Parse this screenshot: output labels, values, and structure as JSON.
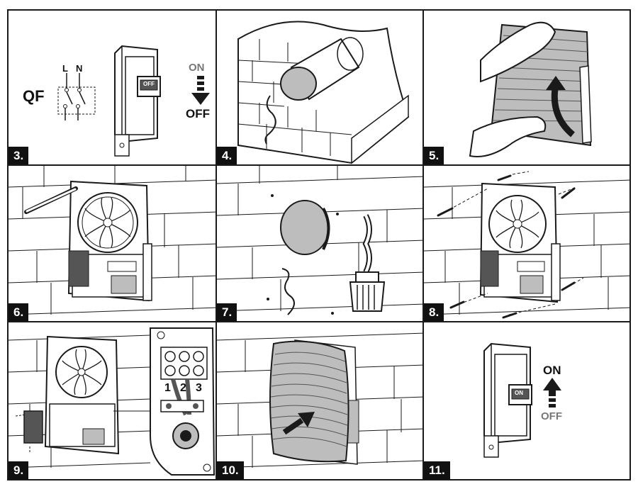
{
  "panels": [
    {
      "number": "3.",
      "labels": {
        "qf": "QF",
        "l": "L",
        "n": "N",
        "on": "ON",
        "off": "OFF",
        "breaker": "OFF"
      }
    },
    {
      "number": "4.",
      "labels": {}
    },
    {
      "number": "5.",
      "labels": {}
    },
    {
      "number": "6.",
      "labels": {}
    },
    {
      "number": "7.",
      "labels": {}
    },
    {
      "number": "8.",
      "labels": {}
    },
    {
      "number": "9.",
      "labels": {
        "t1": "1",
        "t2": "2",
        "t3": "3"
      }
    },
    {
      "number": "10.",
      "labels": {}
    },
    {
      "number": "11.",
      "labels": {
        "on": "ON",
        "off": "OFF",
        "breaker": "ON"
      }
    }
  ],
  "colors": {
    "line": "#1a1a1a",
    "shade": "#bdbdbd",
    "dark": "#555555"
  }
}
